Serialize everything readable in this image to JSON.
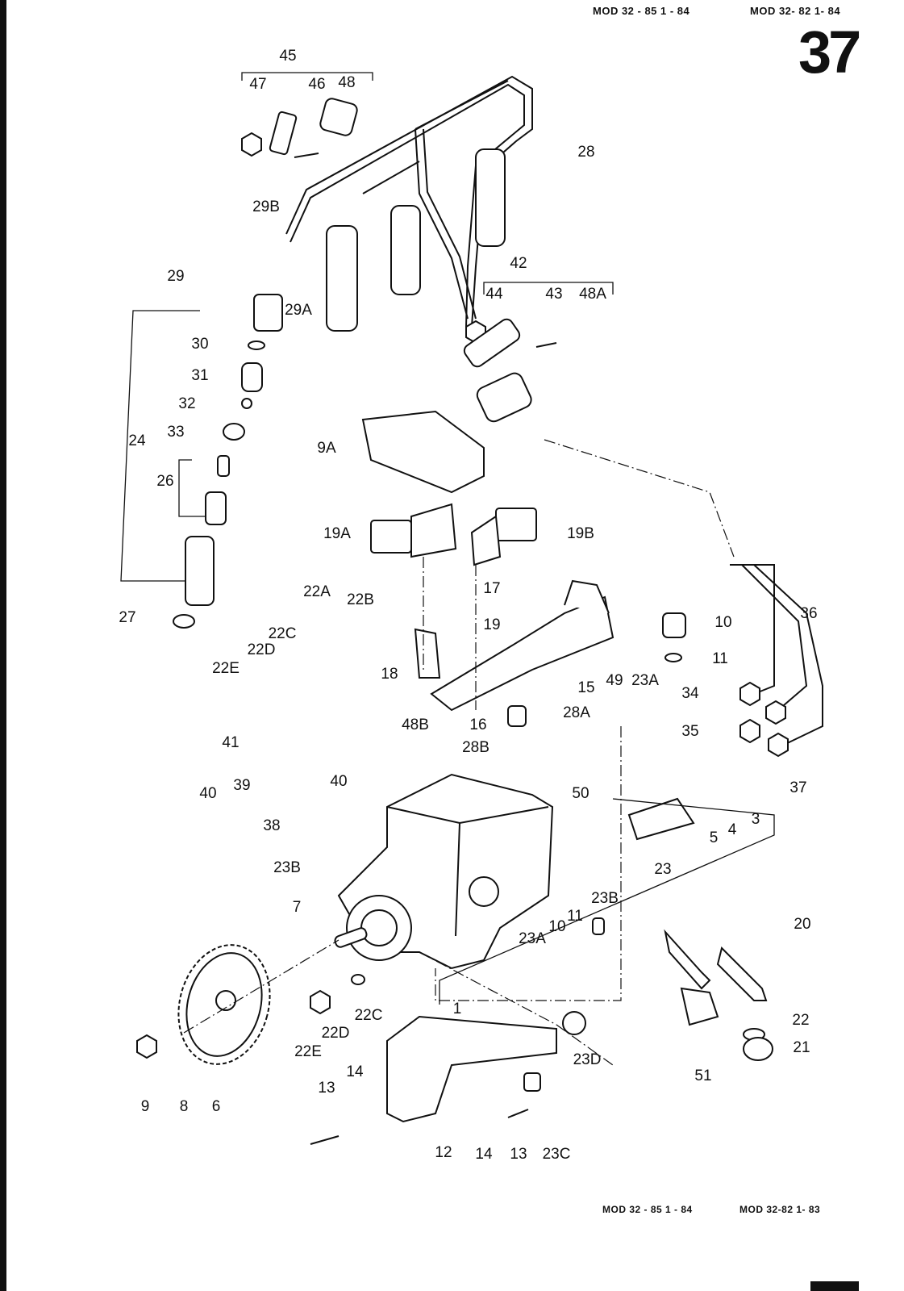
{
  "header": {
    "model_a": "MOD 32 - 85   1 - 84",
    "model_b": "MOD 32- 82  1- 84",
    "page_number": "37"
  },
  "footer": {
    "model_a": "MOD 32 - 85   1 - 84",
    "model_b": "MOD 32-82   1- 83"
  },
  "callouts": [
    "45",
    "47",
    "46",
    "48",
    "28",
    "29B",
    "29",
    "29A",
    "42",
    "44",
    "43",
    "48A",
    "30",
    "31",
    "32",
    "33",
    "24",
    "9A",
    "26",
    "19A",
    "19B",
    "27",
    "17",
    "19",
    "22A",
    "22B",
    "22C",
    "22D",
    "22E",
    "18",
    "10",
    "36",
    "11",
    "15",
    "49",
    "23A",
    "34",
    "16",
    "28A",
    "48B",
    "28B",
    "35",
    "41",
    "40",
    "39",
    "40",
    "50",
    "37",
    "3",
    "4",
    "5",
    "38",
    "23B",
    "23",
    "7",
    "23B",
    "11",
    "10",
    "23A",
    "20",
    "1",
    "22C",
    "22D",
    "22E",
    "22",
    "21",
    "23D",
    "14",
    "13",
    "51",
    "9",
    "8",
    "6",
    "12",
    "14",
    "13",
    "23C"
  ]
}
